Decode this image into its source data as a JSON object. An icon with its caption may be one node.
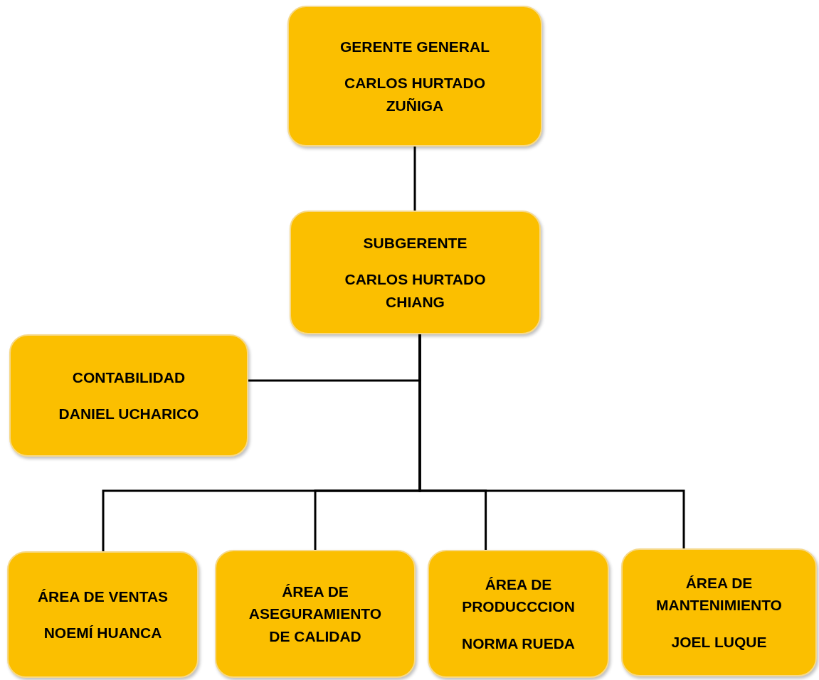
{
  "diagram": {
    "nodes": [
      {
        "text": [
          "GERENTE GENERAL",
          "CARLOS HURTADO ZUÑIGA"
        ]
      },
      {
        "text": [
          "SUBGERENTE",
          "CARLOS HURTADO CHIANG"
        ]
      },
      {
        "text": [
          "CONTABILIDAD",
          "DANIEL UCHARICO"
        ]
      },
      {
        "text": [
          "ÁREA DE VENTAS",
          "NOEMÍ HUANCA"
        ]
      },
      {
        "text": [
          "ÁREA DE ASEGURAMIENTO DE CALIDAD"
        ]
      },
      {
        "text": [
          "ÁREA DE PRODUCCCION",
          "NORMA RUEDA"
        ]
      },
      {
        "text": [
          "ÁREA DE MANTENIMIENTO",
          "JOEL LUQUE"
        ]
      }
    ],
    "edges": [
      {
        "from": 0,
        "to": 1,
        "arrow": "none"
      },
      {
        "from": 1,
        "to": 2,
        "arrow": "none"
      },
      {
        "from": 1,
        "to": 3,
        "arrow": "none"
      },
      {
        "from": 1,
        "to": 4,
        "arrow": "none"
      },
      {
        "from": 1,
        "to": 5,
        "arrow": "none"
      },
      {
        "from": 1,
        "to": 6,
        "arrow": "none"
      }
    ]
  }
}
